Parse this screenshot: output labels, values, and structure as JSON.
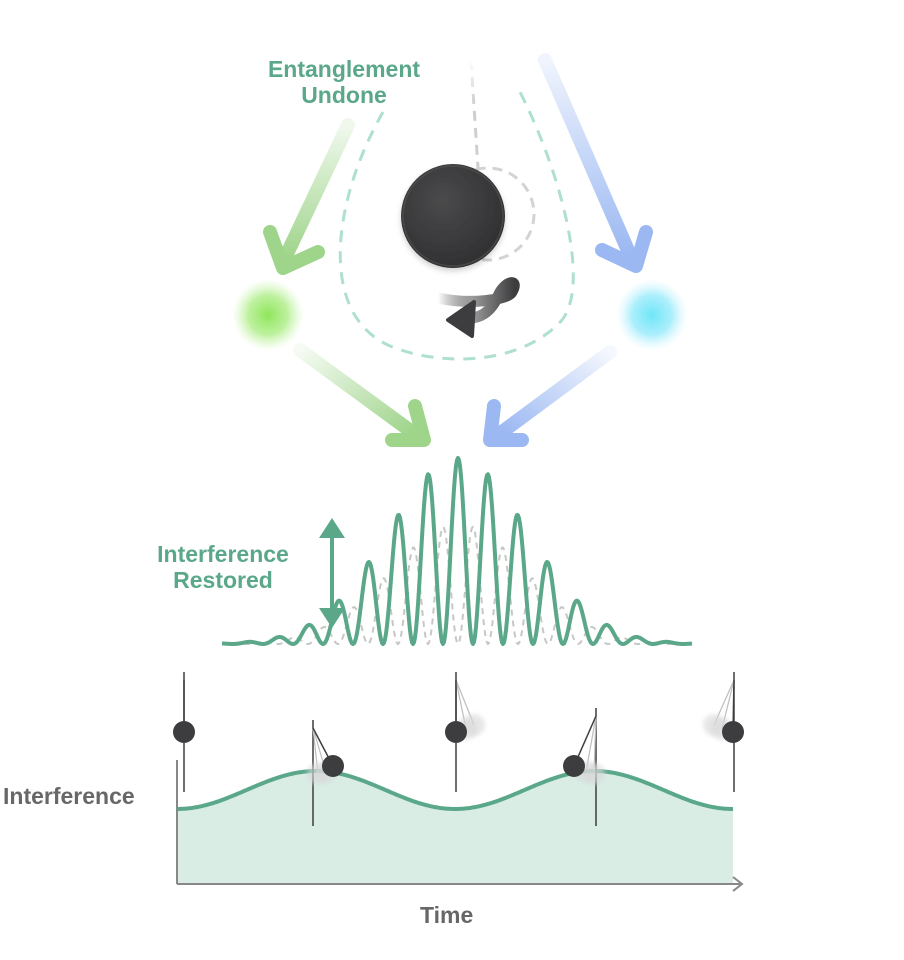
{
  "labels": {
    "entanglement_undone": [
      "Entanglement",
      "Undone"
    ],
    "interference_restored": [
      "Interference",
      "Restored"
    ],
    "axis_y": "Interference",
    "axis_x": "Time"
  },
  "colors": {
    "teal": "#5aa889",
    "teal_fill": "#d9ede5",
    "green_arrow": "#9fd48b",
    "blue_arrow": "#9bb8f2",
    "green_glow": "#8ee65a",
    "cyan_glow": "#6ee6f7",
    "pendulum": "#3d3d3f",
    "axis_gray": "#888888",
    "text_gray": "#676767"
  },
  "icons": [
    "pendulum-icon",
    "return-arrow-icon",
    "double-arrow-icon"
  ],
  "chart_data": {
    "type": "area",
    "title": "",
    "xlabel": "Time",
    "ylabel": "Interference",
    "description_points": 5,
    "pendulum_phases": [
      "center",
      "right",
      "center",
      "left",
      "center"
    ]
  }
}
